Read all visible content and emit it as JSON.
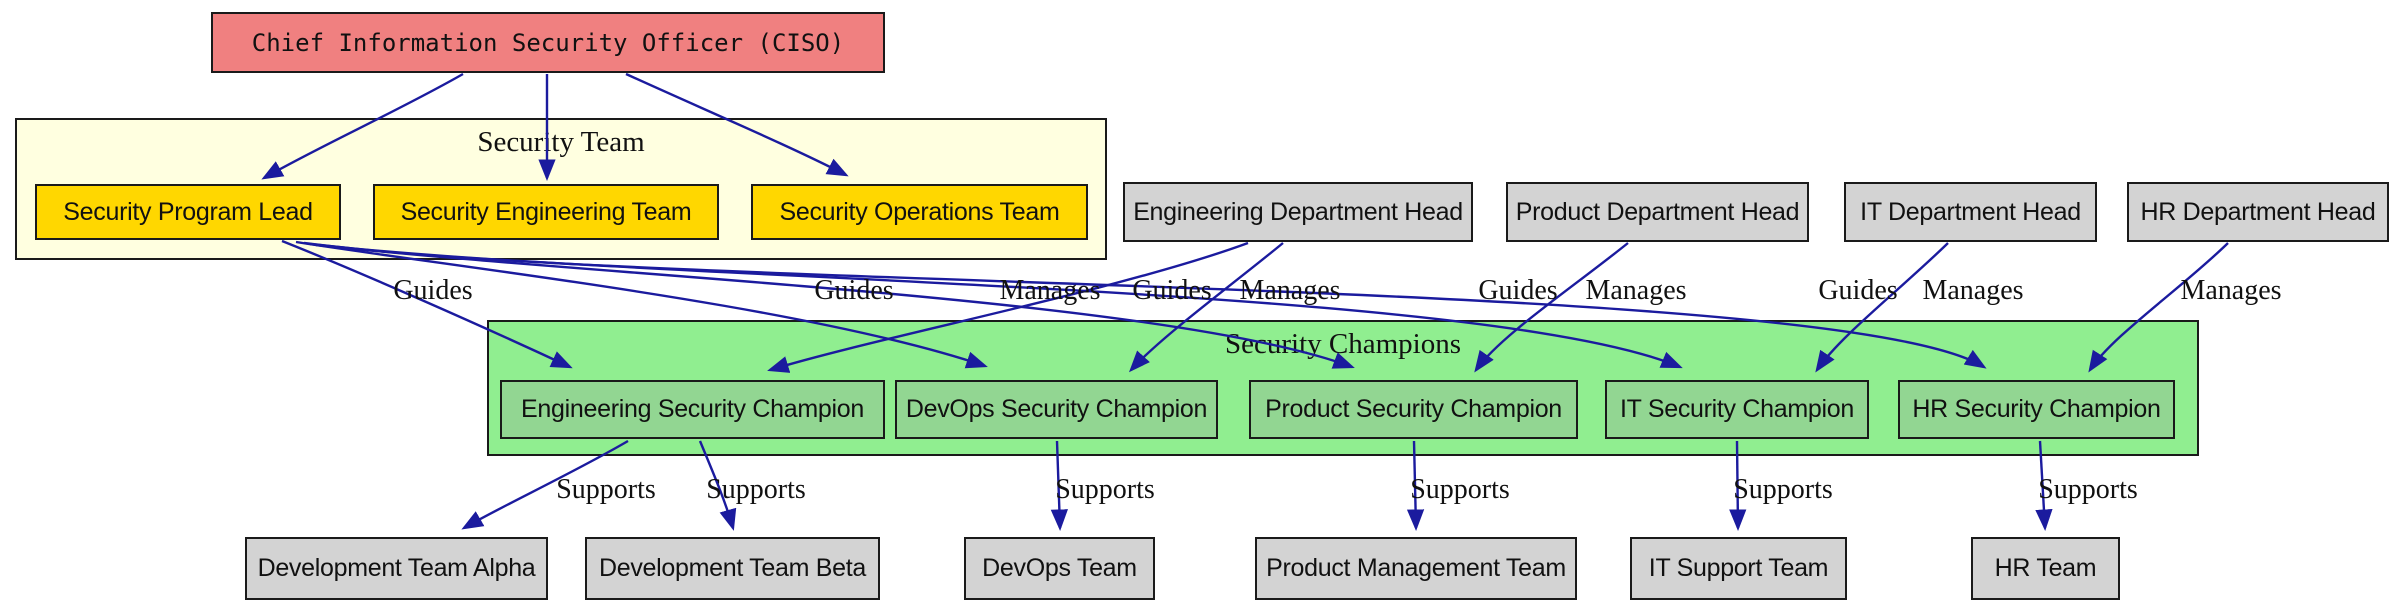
{
  "nodes": {
    "ciso": {
      "label": "Chief Information Security Officer (CISO)",
      "fill": "#f08080"
    },
    "security_program_lead": {
      "label": "Security Program Lead",
      "fill": "#ffd700"
    },
    "security_engineering_team": {
      "label": "Security Engineering Team",
      "fill": "#ffd700"
    },
    "security_operations_team": {
      "label": "Security Operations Team",
      "fill": "#ffd700"
    },
    "engineering_department_head": {
      "label": "Engineering Department Head",
      "fill": "#d3d3d3"
    },
    "product_department_head": {
      "label": "Product Department Head",
      "fill": "#d3d3d3"
    },
    "it_department_head": {
      "label": "IT Department Head",
      "fill": "#d3d3d3"
    },
    "hr_department_head": {
      "label": "HR Department Head",
      "fill": "#d3d3d3"
    },
    "engineering_security_champion": {
      "label": "Engineering Security Champion",
      "fill": "#92d692"
    },
    "devops_security_champion": {
      "label": "DevOps Security Champion",
      "fill": "#92d692"
    },
    "product_security_champion": {
      "label": "Product Security Champion",
      "fill": "#92d692"
    },
    "it_security_champion": {
      "label": "IT Security Champion",
      "fill": "#92d692"
    },
    "hr_security_champion": {
      "label": "HR Security Champion",
      "fill": "#92d692"
    },
    "development_team_alpha": {
      "label": "Development Team Alpha",
      "fill": "#d3d3d3"
    },
    "development_team_beta": {
      "label": "Development Team Beta",
      "fill": "#d3d3d3"
    },
    "devops_team": {
      "label": "DevOps Team",
      "fill": "#d3d3d3"
    },
    "product_management_team": {
      "label": "Product Management Team",
      "fill": "#d3d3d3"
    },
    "it_support_team": {
      "label": "IT Support Team",
      "fill": "#d3d3d3"
    },
    "hr_team": {
      "label": "HR Team",
      "fill": "#d3d3d3"
    }
  },
  "clusters": {
    "security_team": {
      "label": "Security Team",
      "fill": "#ffffe0"
    },
    "security_champions": {
      "label": "Security Champions",
      "fill": "#90ee90"
    }
  },
  "edges": [
    {
      "from": "ciso",
      "to": "security_program_lead",
      "label": ""
    },
    {
      "from": "ciso",
      "to": "security_engineering_team",
      "label": ""
    },
    {
      "from": "ciso",
      "to": "security_operations_team",
      "label": ""
    },
    {
      "from": "security_program_lead",
      "to": "engineering_security_champion",
      "label": "Guides"
    },
    {
      "from": "security_program_lead",
      "to": "devops_security_champion",
      "label": "Guides"
    },
    {
      "from": "security_program_lead",
      "to": "product_security_champion",
      "label": "Guides"
    },
    {
      "from": "security_program_lead",
      "to": "it_security_champion",
      "label": "Guides"
    },
    {
      "from": "security_program_lead",
      "to": "hr_security_champion",
      "label": "Guides"
    },
    {
      "from": "engineering_department_head",
      "to": "engineering_security_champion",
      "label": "Manages"
    },
    {
      "from": "engineering_department_head",
      "to": "devops_security_champion",
      "label": "Manages"
    },
    {
      "from": "product_department_head",
      "to": "product_security_champion",
      "label": "Manages"
    },
    {
      "from": "it_department_head",
      "to": "it_security_champion",
      "label": "Manages"
    },
    {
      "from": "hr_department_head",
      "to": "hr_security_champion",
      "label": "Manages"
    },
    {
      "from": "engineering_security_champion",
      "to": "development_team_alpha",
      "label": "Supports"
    },
    {
      "from": "engineering_security_champion",
      "to": "development_team_beta",
      "label": "Supports"
    },
    {
      "from": "devops_security_champion",
      "to": "devops_team",
      "label": "Supports"
    },
    {
      "from": "product_security_champion",
      "to": "product_management_team",
      "label": "Supports"
    },
    {
      "from": "it_security_champion",
      "to": "it_support_team",
      "label": "Supports"
    },
    {
      "from": "hr_security_champion",
      "to": "hr_team",
      "label": "Supports"
    }
  ],
  "colors": {
    "edge": "#1b1b9e",
    "node_border": "#1a1a1a",
    "background": "#ffffff"
  }
}
